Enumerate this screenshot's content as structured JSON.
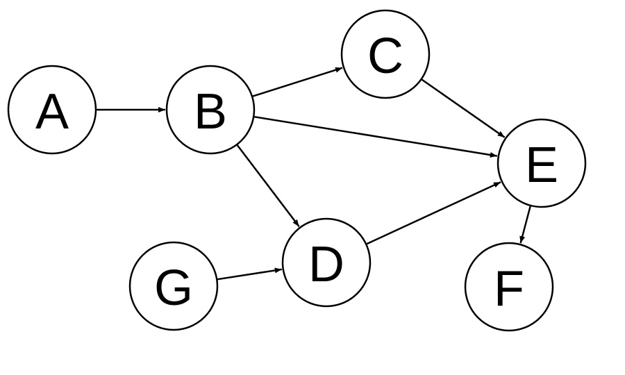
{
  "diagram": {
    "type": "directed-graph",
    "nodes": [
      {
        "id": "A",
        "label": "A"
      },
      {
        "id": "B",
        "label": "B"
      },
      {
        "id": "C",
        "label": "C"
      },
      {
        "id": "D",
        "label": "D"
      },
      {
        "id": "E",
        "label": "E"
      },
      {
        "id": "F",
        "label": "F"
      },
      {
        "id": "G",
        "label": "G"
      }
    ],
    "edges": [
      {
        "from": "A",
        "to": "B"
      },
      {
        "from": "B",
        "to": "C"
      },
      {
        "from": "B",
        "to": "E"
      },
      {
        "from": "B",
        "to": "D"
      },
      {
        "from": "C",
        "to": "E"
      },
      {
        "from": "D",
        "to": "E"
      },
      {
        "from": "G",
        "to": "D"
      },
      {
        "from": "E",
        "to": "F"
      }
    ]
  },
  "colors": {
    "stroke": "#000000",
    "fill": "#ffffff",
    "background": "#ffffff"
  }
}
